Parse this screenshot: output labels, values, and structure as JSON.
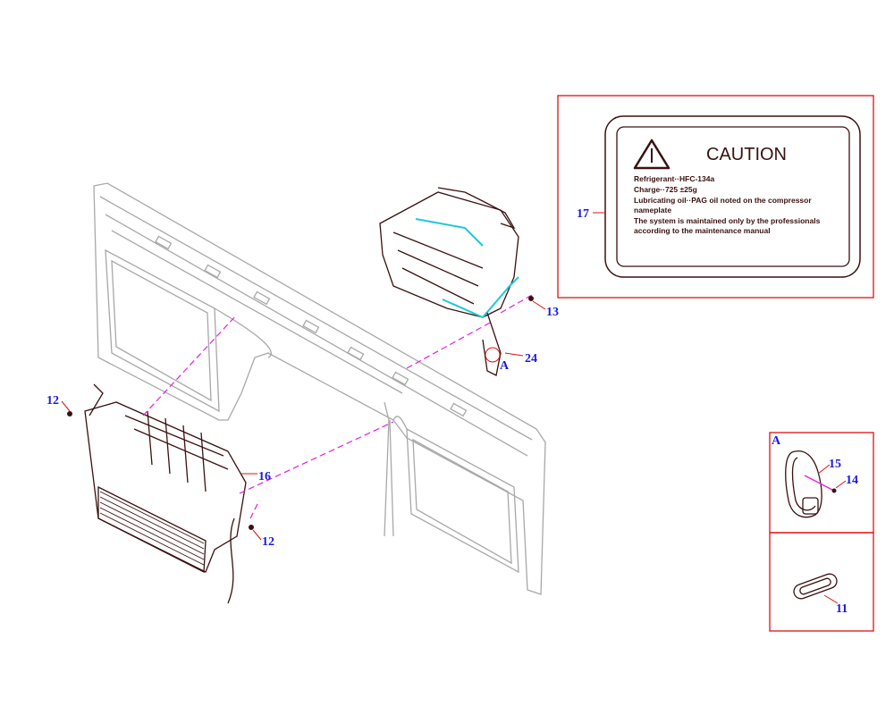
{
  "callouts": {
    "c12a": "12",
    "c12b": "12",
    "c13": "13",
    "c16": "16",
    "c24": "24",
    "cA": "A",
    "c17": "17",
    "c15": "15",
    "c14": "14",
    "c11": "11",
    "detailA": "A"
  },
  "caution_label": {
    "title": "CAUTION",
    "lines": [
      "Refrigerant··HFC-134a",
      "Charge··725 ±25g",
      "Lubricating oil··PAG oil noted on the compressor",
      "nameplate",
      "The system is maintained only by the professionals",
      "according to the maintenance manual"
    ]
  },
  "colors": {
    "callout": "#1a1adf",
    "frame": "#e01010",
    "dash": "#e020e0",
    "highlight": "#20c8d8"
  }
}
